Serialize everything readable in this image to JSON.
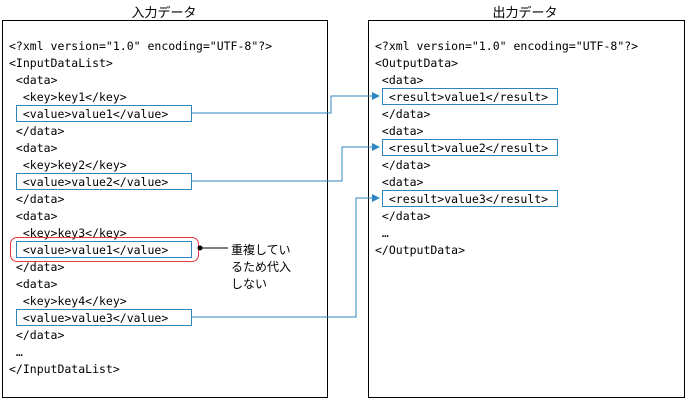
{
  "input": {
    "heading": "入力データ",
    "lines": [
      "<?xml version=\"1.0\" encoding=\"UTF-8\"?>",
      "<InputDataList>",
      " <data>",
      "  <key>key1</key>",
      "  <value>value1</value>",
      " </data>",
      " <data>",
      "  <key>key2</key>",
      "  <value>value2</value>",
      " </data>",
      " <data>",
      "  <key>key3</key>",
      "  <value>value1</value>",
      " </data>",
      " <data>",
      "  <key>key4</key>",
      "  <value>value3</value>",
      " </data>",
      " …",
      "</InputDataList>"
    ]
  },
  "output": {
    "heading": "出力データ",
    "lines": [
      "<?xml version=\"1.0\" encoding=\"UTF-8\"?>",
      "<OutputData>",
      " <data>",
      "  <result>value1</result>",
      " </data>",
      " <data>",
      "  <result>value2</result>",
      " </data>",
      " <data>",
      "  <result>value3</result>",
      " </data>",
      " …",
      "</OutputData>"
    ]
  },
  "annotation": {
    "note": "重複してい\nるため代入\nしない",
    "colors": {
      "link": "#2e86c1",
      "duplicate": "#e0393e"
    }
  }
}
